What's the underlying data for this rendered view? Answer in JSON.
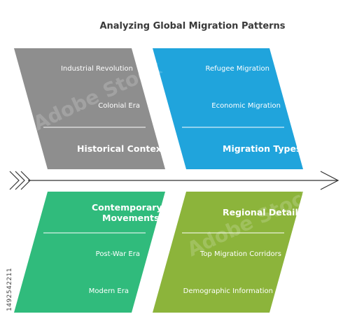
{
  "title": "Analyzing Global Migration Patterns",
  "side_id": "1492542211",
  "colors": {
    "gray": "#8e8e8e",
    "blue": "#20a4dc",
    "green": "#30bb7c",
    "olive": "#8cb43b",
    "arrow": "#333333"
  },
  "quadrants": {
    "top_left": {
      "category": "Historical Context",
      "items": [
        "Industrial Revolution",
        "Colonial Era"
      ]
    },
    "top_right": {
      "category": "Migration Types",
      "items": [
        "Refugee Migration",
        "Economic Migration"
      ]
    },
    "bottom_left": {
      "category_line1": "Contemporary",
      "category_line2": "Movements",
      "items": [
        "Post-War Era",
        "Modern Era"
      ]
    },
    "bottom_right": {
      "category": "Regional Details",
      "items": [
        "Top Migration Corridors",
        "Demographic Information"
      ]
    }
  }
}
